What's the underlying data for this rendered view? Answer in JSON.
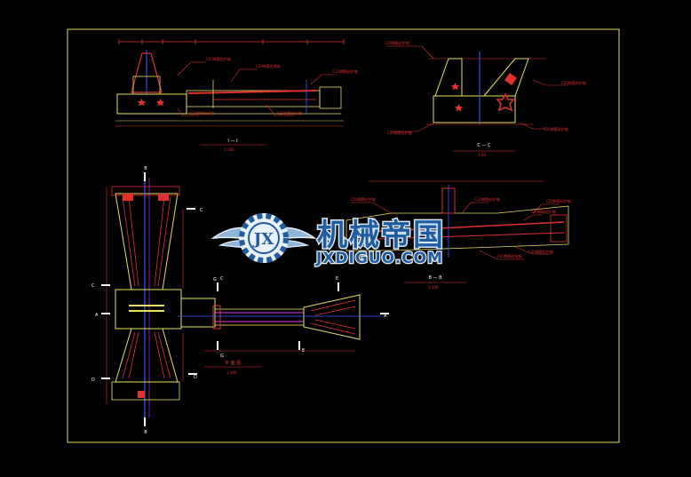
{
  "drawing": {
    "border_color": "#e8e060",
    "line_red": "#e03030",
    "line_yellow": "#e8e060",
    "line_white": "#ffffff",
    "line_blue": "#3a5cff",
    "line_magenta": "#e040e0"
  },
  "views": {
    "top_left": {
      "section_title": "Ⅰ — Ⅰ",
      "scale": "1:100",
      "callouts": [
        "C20钢筋砼护坡",
        "C20钢筋砼底板",
        "C20钢筋砼护坡",
        "C20钢筋砼底板",
        "C20钢筋砼护坡"
      ]
    },
    "top_right": {
      "section_title": "C — C",
      "scale": "1:50",
      "callouts": [
        "C20钢筋砼护坡",
        "C20钢筋砼护坡",
        "C20钢筋砼护坡",
        "C20钢筋砼护坡"
      ]
    },
    "middle_right": {
      "section_title": "B — B",
      "scale": "1:100",
      "callouts": [
        "C20钢筋砼护坡",
        "C20钢筋砼护坡",
        "C20钢筋砼护坡",
        "C20钢筋砼护坡",
        "C20钢筋砼底板",
        "C20钢筋砼护坡"
      ]
    },
    "plan": {
      "title": "平 面 图",
      "scale": "1:100",
      "cut_marks": [
        "B",
        "B",
        "C",
        "C",
        "C",
        "A",
        "A",
        "D",
        "D",
        "E",
        "E",
        "G",
        "G"
      ]
    }
  },
  "watermark": {
    "cn": "机械帝国",
    "en": "JXDIGUO.COM",
    "emblem": "JX",
    "logo_icon": "winged-gear-icon",
    "colors": {
      "primary": "#1f5ca0",
      "outline": "#e8f0fa",
      "wing": "#8fb6d8"
    }
  }
}
